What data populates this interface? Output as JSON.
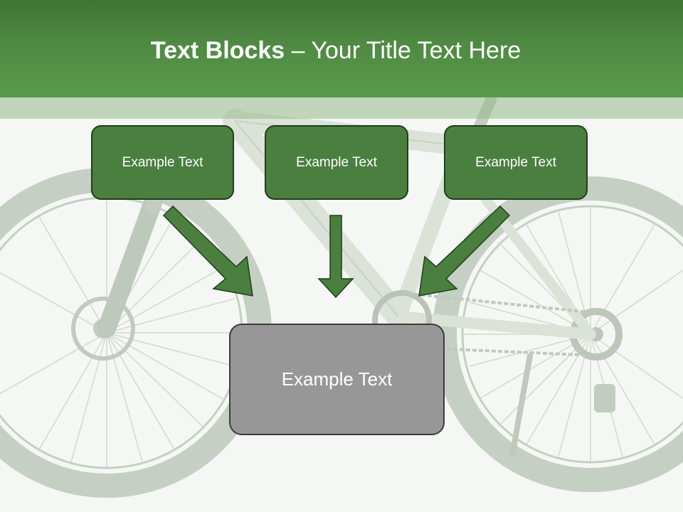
{
  "slide": {
    "title_bold": "Text Blocks",
    "title_dash": " – ",
    "title_rest": "Your Title Text Here",
    "blocks": [
      {
        "label": "Example Text"
      },
      {
        "label": "Example Text"
      },
      {
        "label": "Example Text"
      }
    ],
    "main_block": {
      "label": "Example Text"
    }
  },
  "colors": {
    "header_green": "#4f8a43",
    "box_green": "#4a7f40",
    "arrow_green": "#4a7f40",
    "main_box_gray": "#979797"
  },
  "icons": [
    "bicycle-background",
    "arrow-down-right-icon",
    "arrow-down-icon",
    "arrow-down-left-icon"
  ]
}
